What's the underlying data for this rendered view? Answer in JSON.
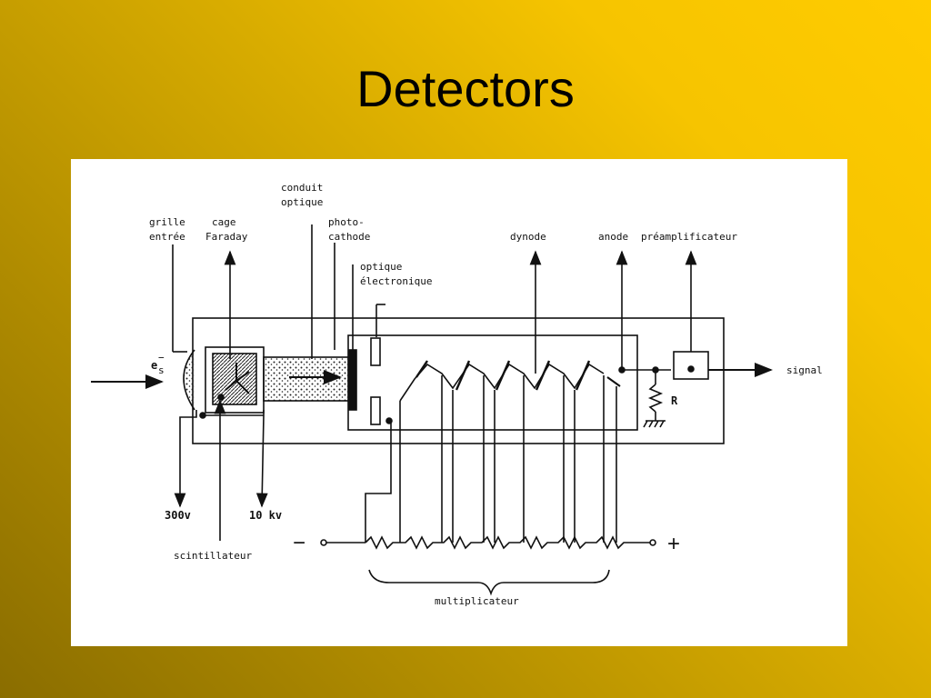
{
  "slide": {
    "title": "Detectors"
  },
  "diagram": {
    "labels": {
      "grille_1": "grille",
      "grille_2": "entrée",
      "cage_1": "cage",
      "cage_2": "Faraday",
      "conduit_1": "conduit",
      "conduit_2": "optique",
      "photo_1": "photo-",
      "photo_2": "cathode",
      "optique_1": "optique",
      "optique_2": "électronique",
      "dynode": "dynode",
      "anode": "anode",
      "preamp": "préamplificateur",
      "signal": "signal",
      "r": "R",
      "v300": "300v",
      "kv10": "10 kv",
      "scintillateur": "scintillateur",
      "minus": "−",
      "plus": "+",
      "multiplicateur": "multiplicateur",
      "es_e": "e",
      "es_s": "s",
      "es_sup": "−"
    }
  }
}
